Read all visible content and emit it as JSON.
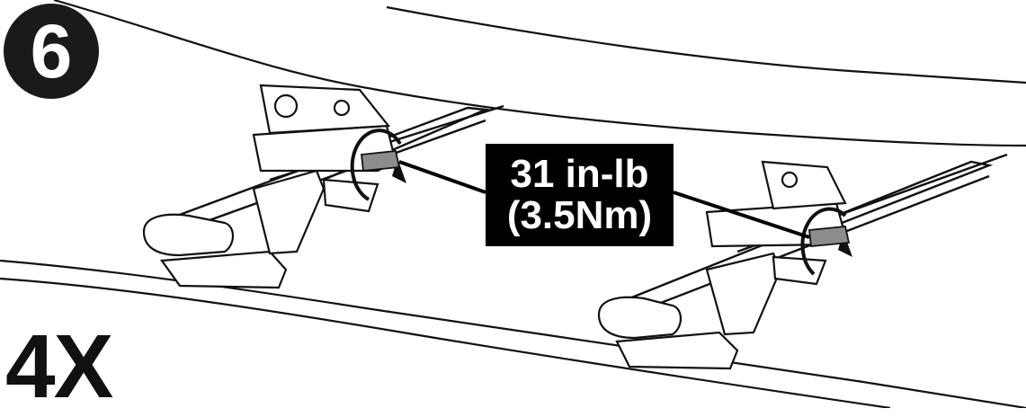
{
  "step": {
    "number": "6"
  },
  "quantity": {
    "label": "4X"
  },
  "torque": {
    "line1": "31 in-lb",
    "line2": "(3.5Nm)"
  },
  "colors": {
    "ink": "#000000",
    "background": "#ffffff",
    "label_fill": "#000000",
    "lever": "#8c8c8c"
  }
}
